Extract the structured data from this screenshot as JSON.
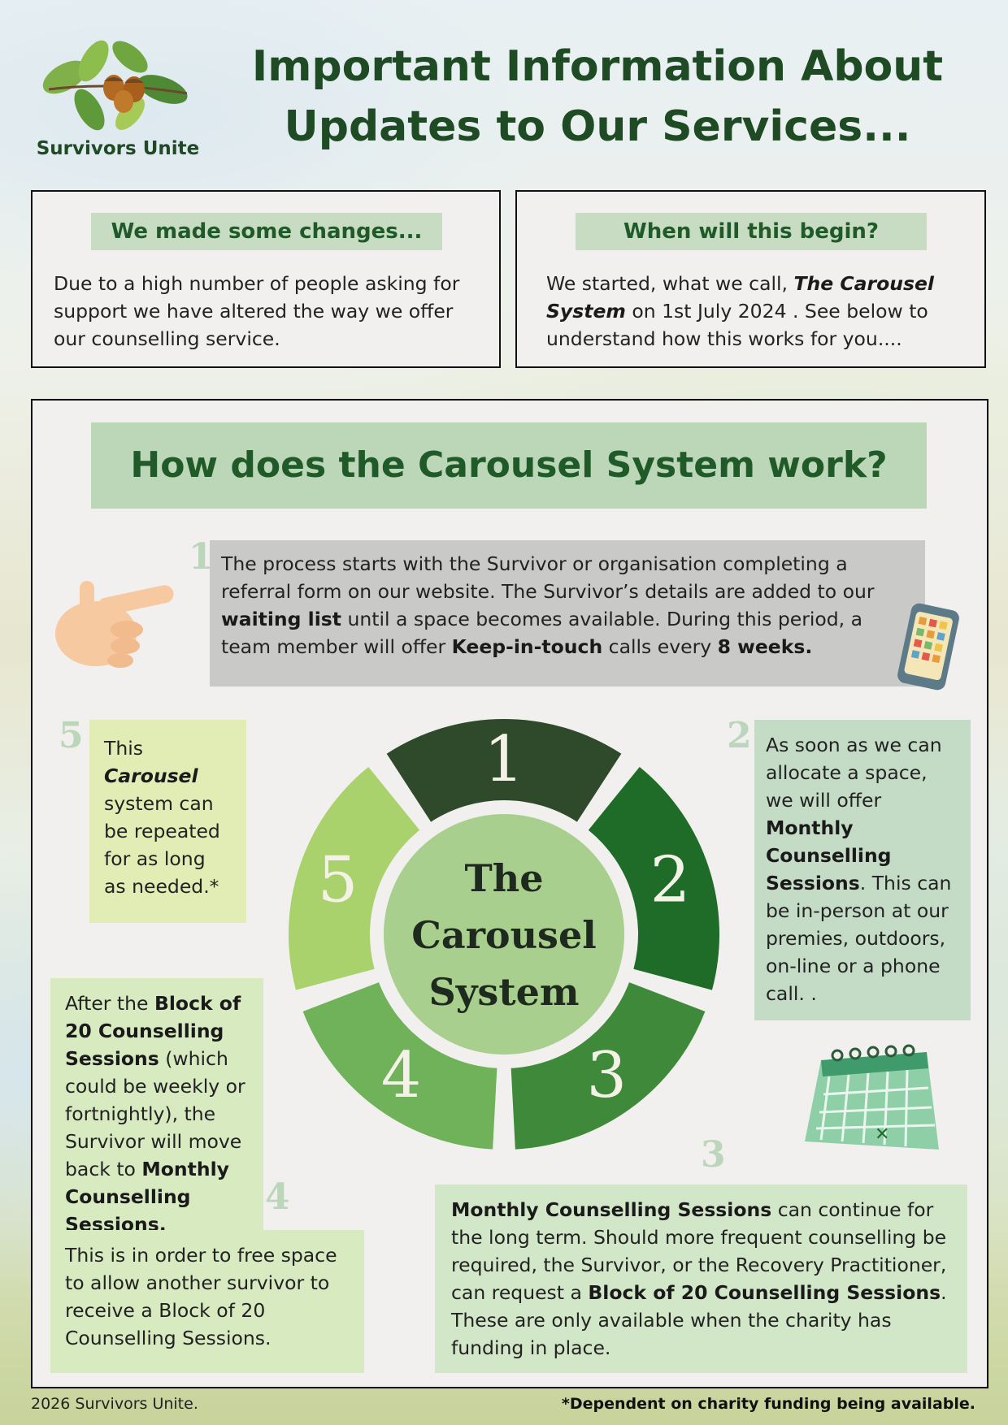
{
  "header": {
    "logo_name": "Survivors Unite",
    "title_line1": "Important Information About",
    "title_line2": "Updates to Our Services..."
  },
  "changes": {
    "heading": "We made some changes...",
    "body": "Due to a high number of people asking for support we have altered the way we offer our counselling service."
  },
  "begin": {
    "heading": "When will this begin?",
    "body_pre": "We started, what we call, ",
    "body_bold": "The Carousel System",
    "body_post": " on 1st July 2024 . See below to understand  how this works for you...."
  },
  "carousel": {
    "heading": "How does the Carousel System work?",
    "wheel_center": [
      "The",
      "Carousel",
      "System"
    ],
    "wheel_numbers": [
      "1",
      "2",
      "3",
      "4",
      "5"
    ],
    "step_labels": [
      "1",
      "2",
      "3",
      "4",
      "5"
    ],
    "step1": {
      "t1": "The process starts with the Survivor or organisation completing a referral form on our website. The Survivor’s details are added to our ",
      "b1": "waiting list",
      "t2": " until a space becomes available. During this period, a team member will offer ",
      "b2": "Keep-in-touch",
      "t3": " calls every ",
      "b3": "8 weeks."
    },
    "step2": {
      "t1": "As soon as we can allocate a space, we will offer ",
      "b1": "Monthly Counselling Sessions",
      "t2": ". This can be in-person at our premies, outdoors, on-line or a phone call. ."
    },
    "step3": {
      "b1": "Monthly Counselling Sessions",
      "t1": " can continue for the long term. Should more frequent counselling be required, the Survivor, or the Recovery Practitioner, can request a ",
      "b2": "Block of 20 Counselling Sessions",
      "t2": ". These are only available when the charity has funding in place."
    },
    "step4": {
      "t1": "After the ",
      "b1": "Block of 20 Counselling Sessions",
      "t2": " (which could be weekly or fortnightly), the Survivor will move back to ",
      "b2": "Monthly Counselling Sessions.",
      "t3": "This is in order to free space to allow another survivor to receive a Block of 20 Counselling Sessions."
    },
    "step5": {
      "t1": "This ",
      "b1": "Carousel",
      "t2": " system can be repeated for as long as needed.*"
    },
    "segment_colors": [
      "#2f4a2a",
      "#1f6b28",
      "#3f8a3a",
      "#6fb25a",
      "#a9d16c"
    ]
  },
  "footer": {
    "left": "2026 Survivors Unite.",
    "right": "*Dependent on charity funding being available."
  }
}
